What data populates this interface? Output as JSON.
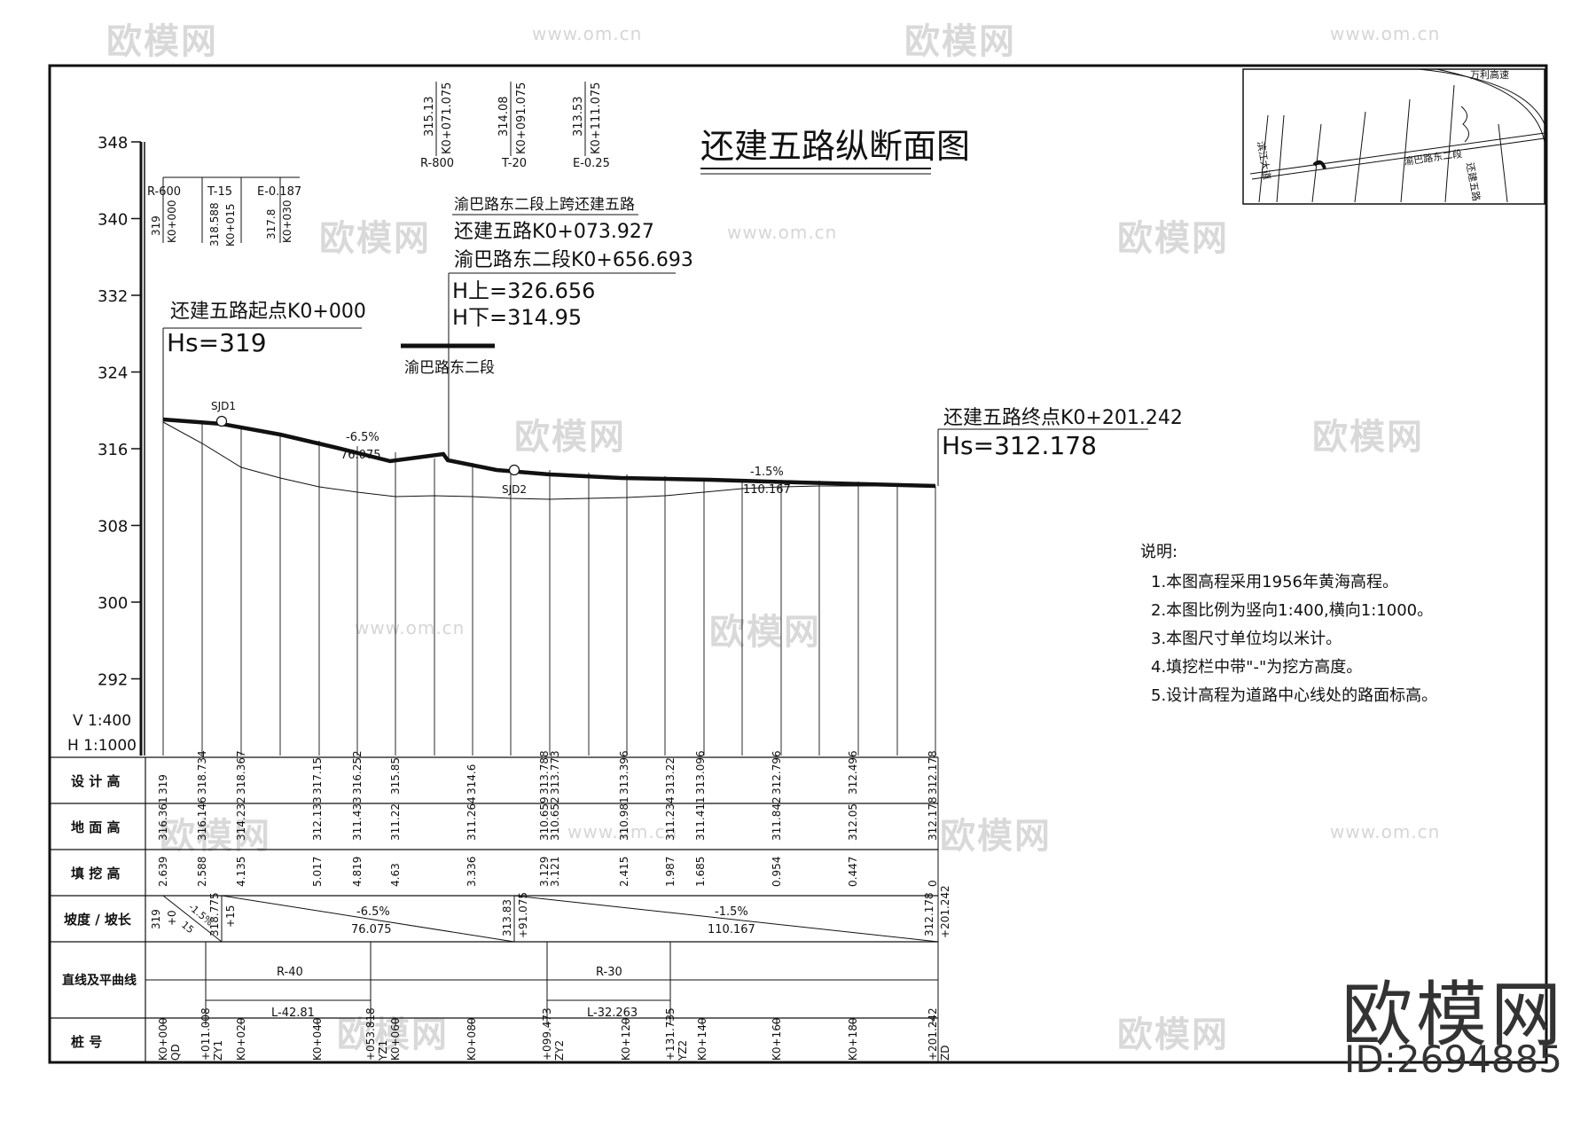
{
  "watermark": {
    "text": "欧模网",
    "url": "www.om.cn"
  },
  "brand": {
    "name": "欧模网",
    "id": "ID:2694885"
  },
  "title": "还建五路纵断面图",
  "scale": {
    "v": "V 1:400",
    "h": "H 1:1000"
  },
  "y_axis_ticks": [
    "348",
    "340",
    "332",
    "324",
    "316",
    "308",
    "300",
    "292"
  ],
  "labels": {
    "start_name": "还建五路起点K0+000",
    "start_hs": "Hs=319",
    "end_name": "还建五路终点K0+201.242",
    "end_hs": "Hs=312.178",
    "cross_title": "渝巴路东二段上跨还建五路",
    "cross_k1": "还建五路K0+073.927",
    "cross_k2": "渝巴路东二段K0+656.693",
    "cross_hup": "H上=326.656",
    "cross_hdown": "H下=314.95",
    "bridge": "渝巴路东二段",
    "sjd1": "SJD1",
    "sjd2": "SJD2",
    "slope1_pct": "-6.5%",
    "slope1_len": "76.075",
    "slope2_pct": "-1.5%",
    "slope2_len": "110.167"
  },
  "vc1": {
    "elev": "319",
    "k": "K0+000",
    "elev2": "318.588",
    "k2": "K0+015",
    "elev3": "317.8",
    "k3": "K0+030",
    "r": "R-600",
    "t": "T-15",
    "e": "E-0.187"
  },
  "vc2": {
    "elev": "315.13",
    "k": "K0+071.075",
    "elev2": "314.08",
    "k2": "K0+091.075",
    "elev3": "313.53",
    "k3": "K0+111.075",
    "r": "R-800",
    "t": "T-20",
    "e": "E-0.25"
  },
  "notes": {
    "heading": "说明:",
    "items": [
      "1.本图高程采用1956年黄海高程。",
      "2.本图比例为竖向1:400,横向1:1000。",
      "3.本图尺寸单位均以米计。",
      "4.填挖栏中带\"-\"为挖方高度。",
      "5.设计高程为道路中心线处的路面标高。"
    ]
  },
  "table": {
    "row_labels": [
      "设 计 高",
      "地 面 高",
      "填 挖 高",
      "坡度 / 坡长",
      "直线及平曲线",
      "桩    号"
    ],
    "design": [
      "319",
      "318.734",
      "318.367",
      "317.15",
      "316.252",
      "315.85",
      "314.6",
      "313.788",
      "313.773",
      "313.396",
      "313.22",
      "313.096",
      "312.796",
      "312.496",
      "312.178"
    ],
    "ground": [
      "316.361",
      "316.146",
      "314.232",
      "312.133",
      "311.433",
      "311.22",
      "311.264",
      "310.659",
      "310.652",
      "310.981",
      "311.234",
      "311.411",
      "311.842",
      "312.05",
      "312.178"
    ],
    "fill": [
      "2.639",
      "2.588",
      "4.135",
      "5.017",
      "4.819",
      "4.63",
      "3.336",
      "3.129",
      "3.121",
      "2.415",
      "1.987",
      "1.685",
      "0.954",
      "0.447",
      "0"
    ],
    "grade": {
      "s0_elev": "319",
      "s0_k": "+0",
      "s1_pct": "-1.5%",
      "s1_len": "15",
      "s1_elev": "318.775",
      "s1_k": "+15",
      "s2_pct": "-6.5%",
      "s2_len": "76.075",
      "s2_elev": "313.83",
      "s2_k": "+91.075",
      "s3_pct": "-1.5%",
      "s3_len": "110.167",
      "s3_elev": "312.178",
      "s3_k": "+201.242"
    },
    "curves": [
      {
        "r": "R-40",
        "l": "L-42.81"
      },
      {
        "r": "R-30",
        "l": "L-32.263"
      }
    ],
    "stations": [
      [
        "K0+000",
        "QD"
      ],
      [
        "+011.008",
        "ZY1"
      ],
      [
        "K0+020",
        ""
      ],
      [
        "K0+040",
        ""
      ],
      [
        "+053.818",
        "YZ1"
      ],
      [
        "K0+060",
        ""
      ],
      [
        "K0+080",
        ""
      ],
      [
        "+099.473",
        "ZY2"
      ],
      [
        "K0+120",
        ""
      ],
      [
        "+131.735",
        "YZ2"
      ],
      [
        "K0+140",
        ""
      ],
      [
        "K0+160",
        ""
      ],
      [
        "K0+180",
        ""
      ],
      [
        "+201.242",
        "ZD"
      ]
    ]
  },
  "location_map": {
    "labels": [
      "万利高速",
      "滨江大道",
      "渝巴路东二段",
      "还建五路"
    ]
  }
}
